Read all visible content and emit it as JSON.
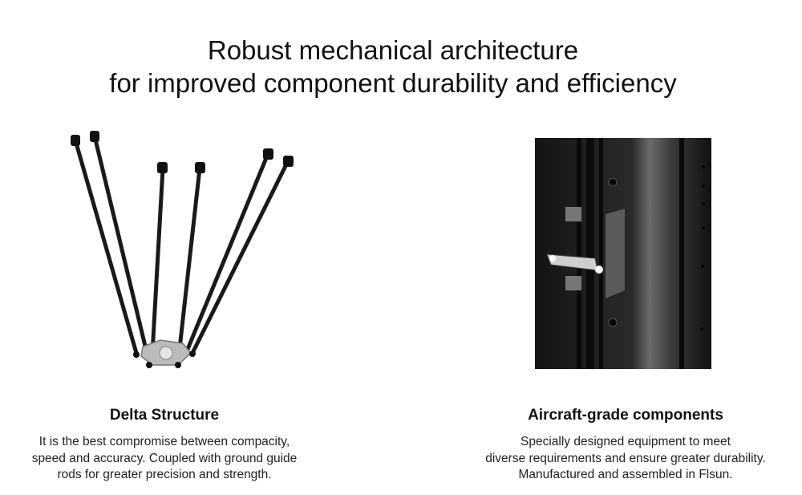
{
  "header": {
    "title_line1": "Robust mechanical architecture",
    "title_line2": "for improved component durability and efficiency"
  },
  "features": [
    {
      "heading": "Delta Structure",
      "lines": [
        "It is the best compromise between compacity,",
        "speed and accuracy. Coupled with ground guide",
        "rods for greater precision and strength."
      ]
    },
    {
      "heading": "Aircraft-grade components",
      "lines": [
        "Specially designed equipment to meet",
        "diverse requirements and ensure greater durability.",
        "Manufactured and assembled in Flsun."
      ]
    }
  ]
}
